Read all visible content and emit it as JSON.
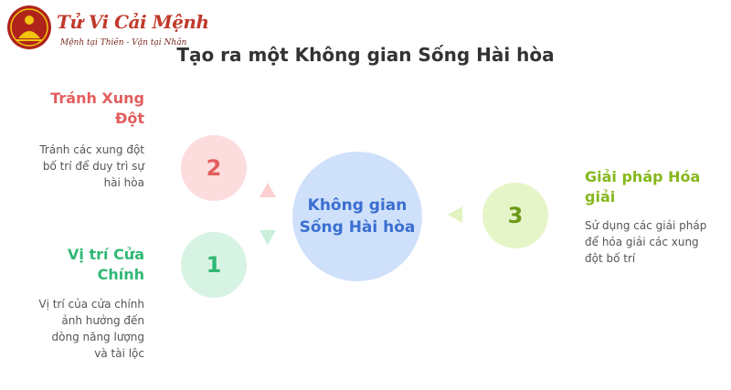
{
  "logo": {
    "title": "Tử Vi Cải Mệnh",
    "tagline": "Mệnh tại Thiên - Vận tại Nhân"
  },
  "title": "Tạo ra một Không gian Sống Hài hòa",
  "center": {
    "line1": "Không gian",
    "line2": "Sống Hài hòa"
  },
  "items": [
    {
      "number": "2",
      "heading": "Tránh Xung Đột",
      "description": "Tránh các xung đột bố trí để duy trì sự hài hòa"
    },
    {
      "number": "1",
      "heading": "Vị trí Cửa Chính",
      "description": "Vị trí của cửa chính ảnh hưởng đến dòng năng lượng và tài lộc"
    },
    {
      "number": "3",
      "heading": "Giải pháp Hóa giải",
      "description": "Sử dụng các giải pháp để hóa giải các xung đột bố trí"
    }
  ],
  "colors": {
    "red": "#e35d5d",
    "green": "#2fb874",
    "lime": "#86b81e",
    "blue": "#3a6fd0",
    "brand": "#c0392b"
  }
}
